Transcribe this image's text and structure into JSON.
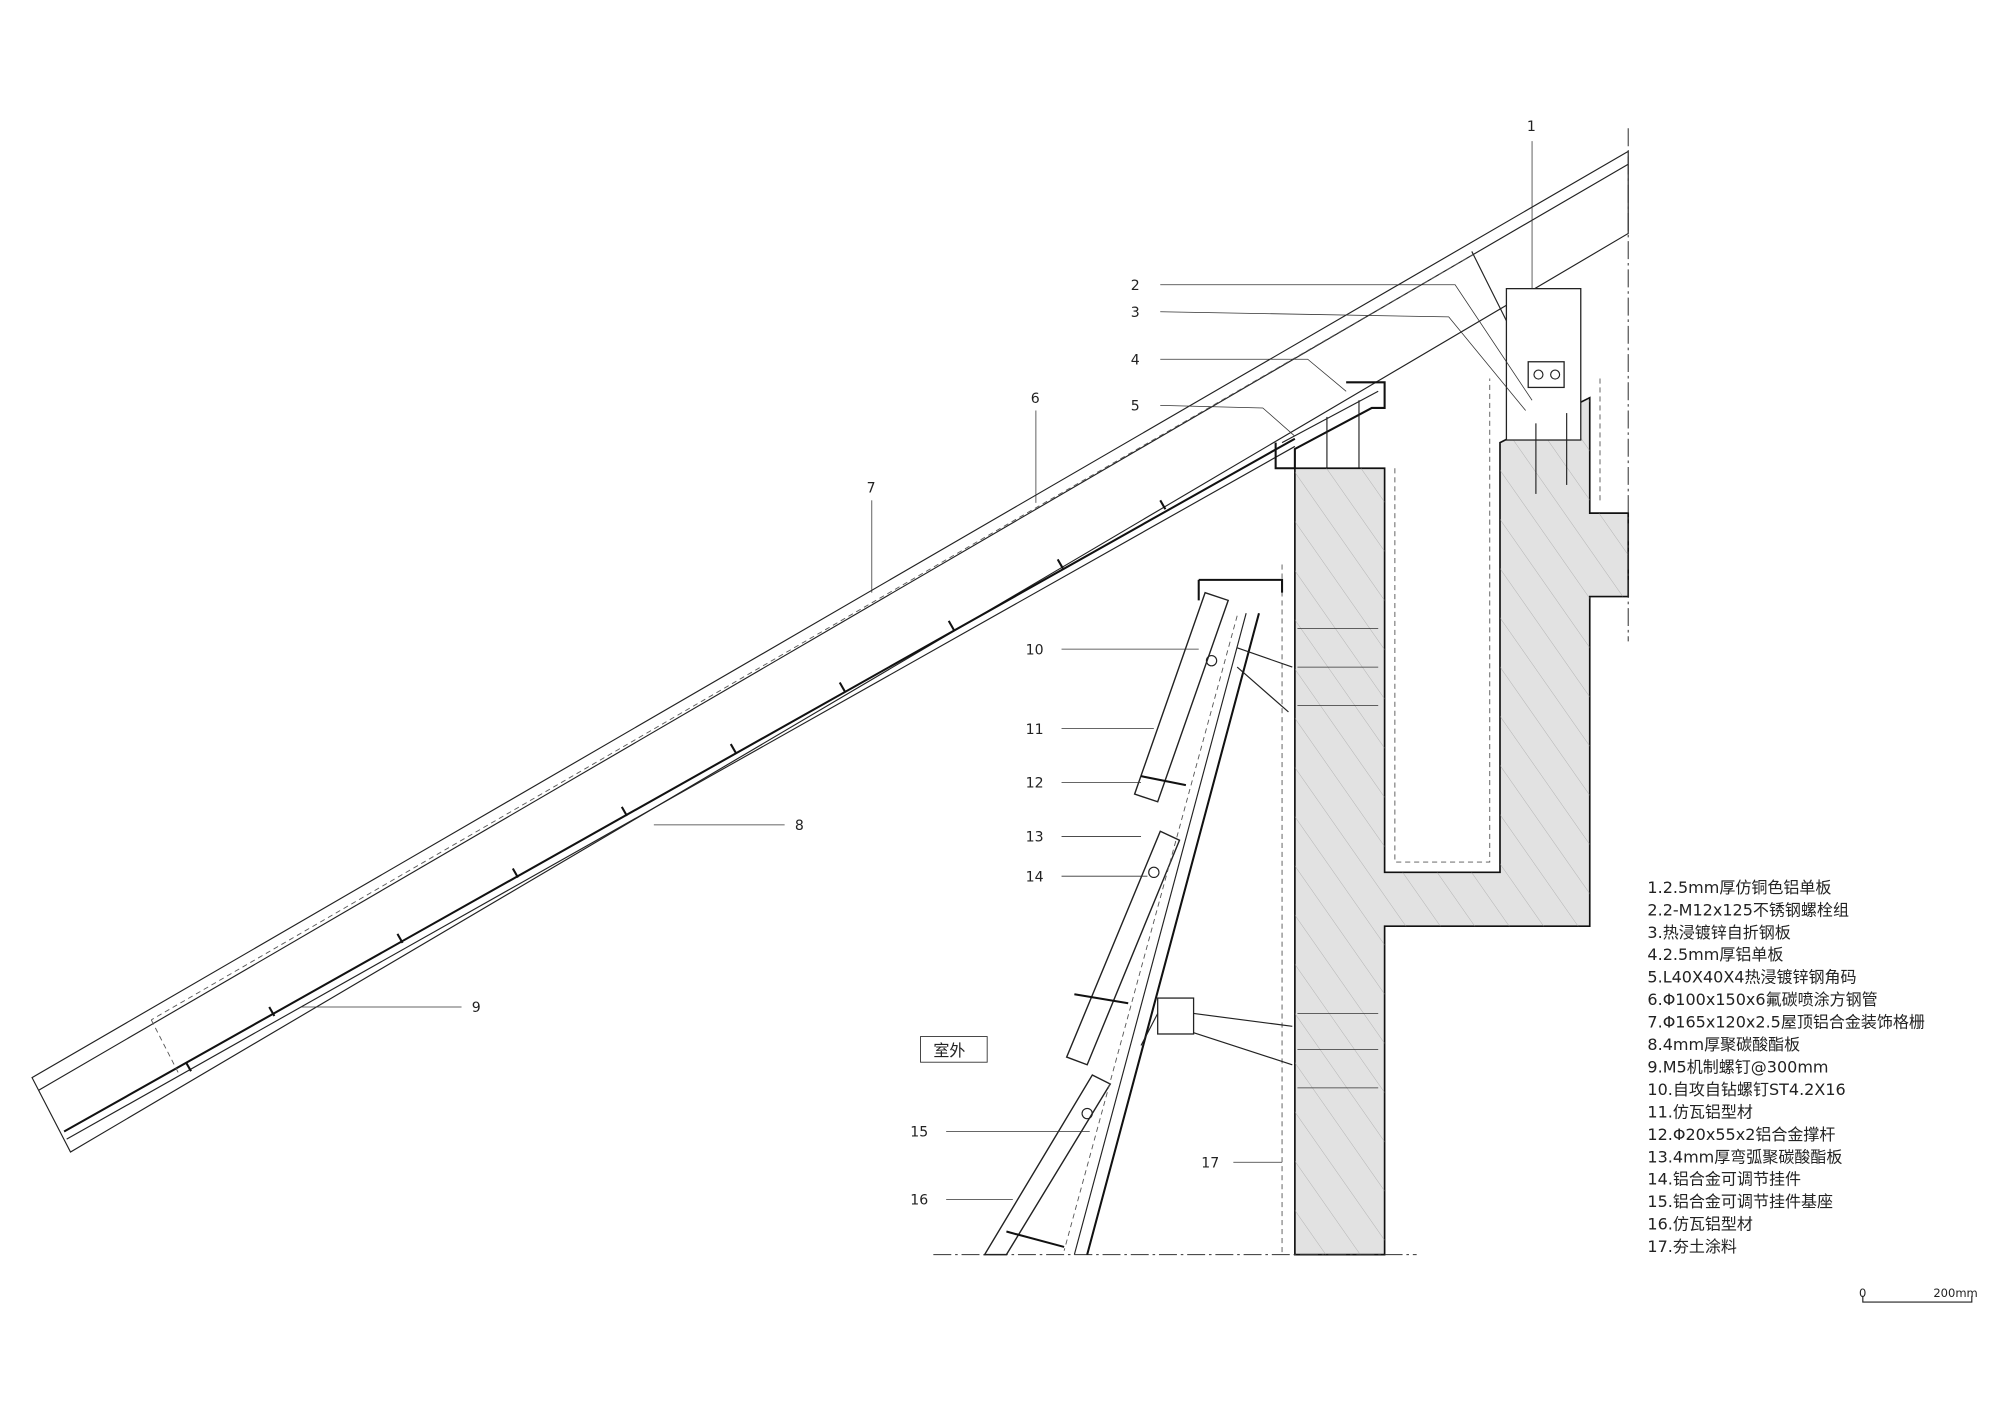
{
  "drawing": {
    "callouts": [
      "1",
      "2",
      "3",
      "4",
      "5",
      "6",
      "7",
      "8",
      "9",
      "10",
      "11",
      "12",
      "13",
      "14",
      "15",
      "16",
      "17"
    ],
    "outdoor_label": "室外",
    "legend": [
      "1.2.5mm厚仿铜色铝单板",
      "2.2-M12x125不锈钢螺栓组",
      "3.热浸镀锌自折钢板",
      "4.2.5mm厚铝单板",
      "5.L40X40X4热浸镀锌钢角码",
      "6.Φ100x150x6氟碳喷涂方钢管",
      "7.Φ165x120x2.5屋顶铝合金装饰格栅",
      "8.4mm厚聚碳酸酯板",
      "9.M5机制螺钉@300mm",
      "10.自攻自钻螺钉ST4.2X16",
      "11.仿瓦铝型材",
      "12.Φ20x55x2铝合金撑杆",
      "13.4mm厚弯弧聚碳酸酯板",
      "14.铝合金可调节挂件",
      "15.铝合金可调节挂件基座",
      "16.仿瓦铝型材",
      "17.夯土涂料"
    ],
    "scale_bar": {
      "start": "0",
      "end": "200mm"
    },
    "colors": {
      "line": "#222222",
      "concrete_fill": "#e2e2e2"
    }
  }
}
